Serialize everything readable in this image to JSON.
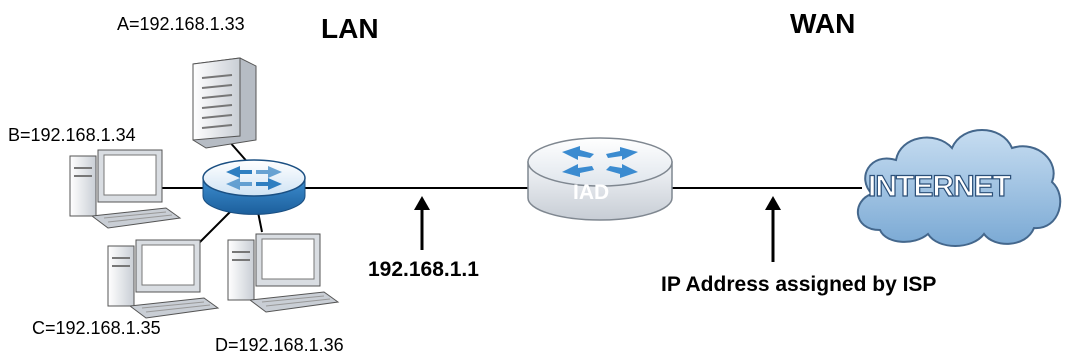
{
  "sections": {
    "lan": "LAN",
    "wan": "WAN"
  },
  "hosts": {
    "a": "A=192.168.1.33",
    "b": "B=192.168.1.34",
    "c": "C=192.168.1.35",
    "d": "D=192.168.1.36"
  },
  "device": {
    "label": "IAD"
  },
  "internet": {
    "label": "INTERNET"
  },
  "annotations": {
    "lan_ip": "192.168.1.1",
    "wan_ip": "IP Address assigned by ISP"
  },
  "colors": {
    "switch_blue": "#2f7fc1",
    "router_gray": "#e9edf2",
    "cloud_blue": "#8fb8dd",
    "computer_gray": "#d9dde2",
    "screen_fill": "#ffffff"
  },
  "icons": [
    "server-icon",
    "desktop-computer-icon",
    "switch-icon",
    "router-icon",
    "internet-cloud-icon",
    "arrow-up-icon"
  ]
}
